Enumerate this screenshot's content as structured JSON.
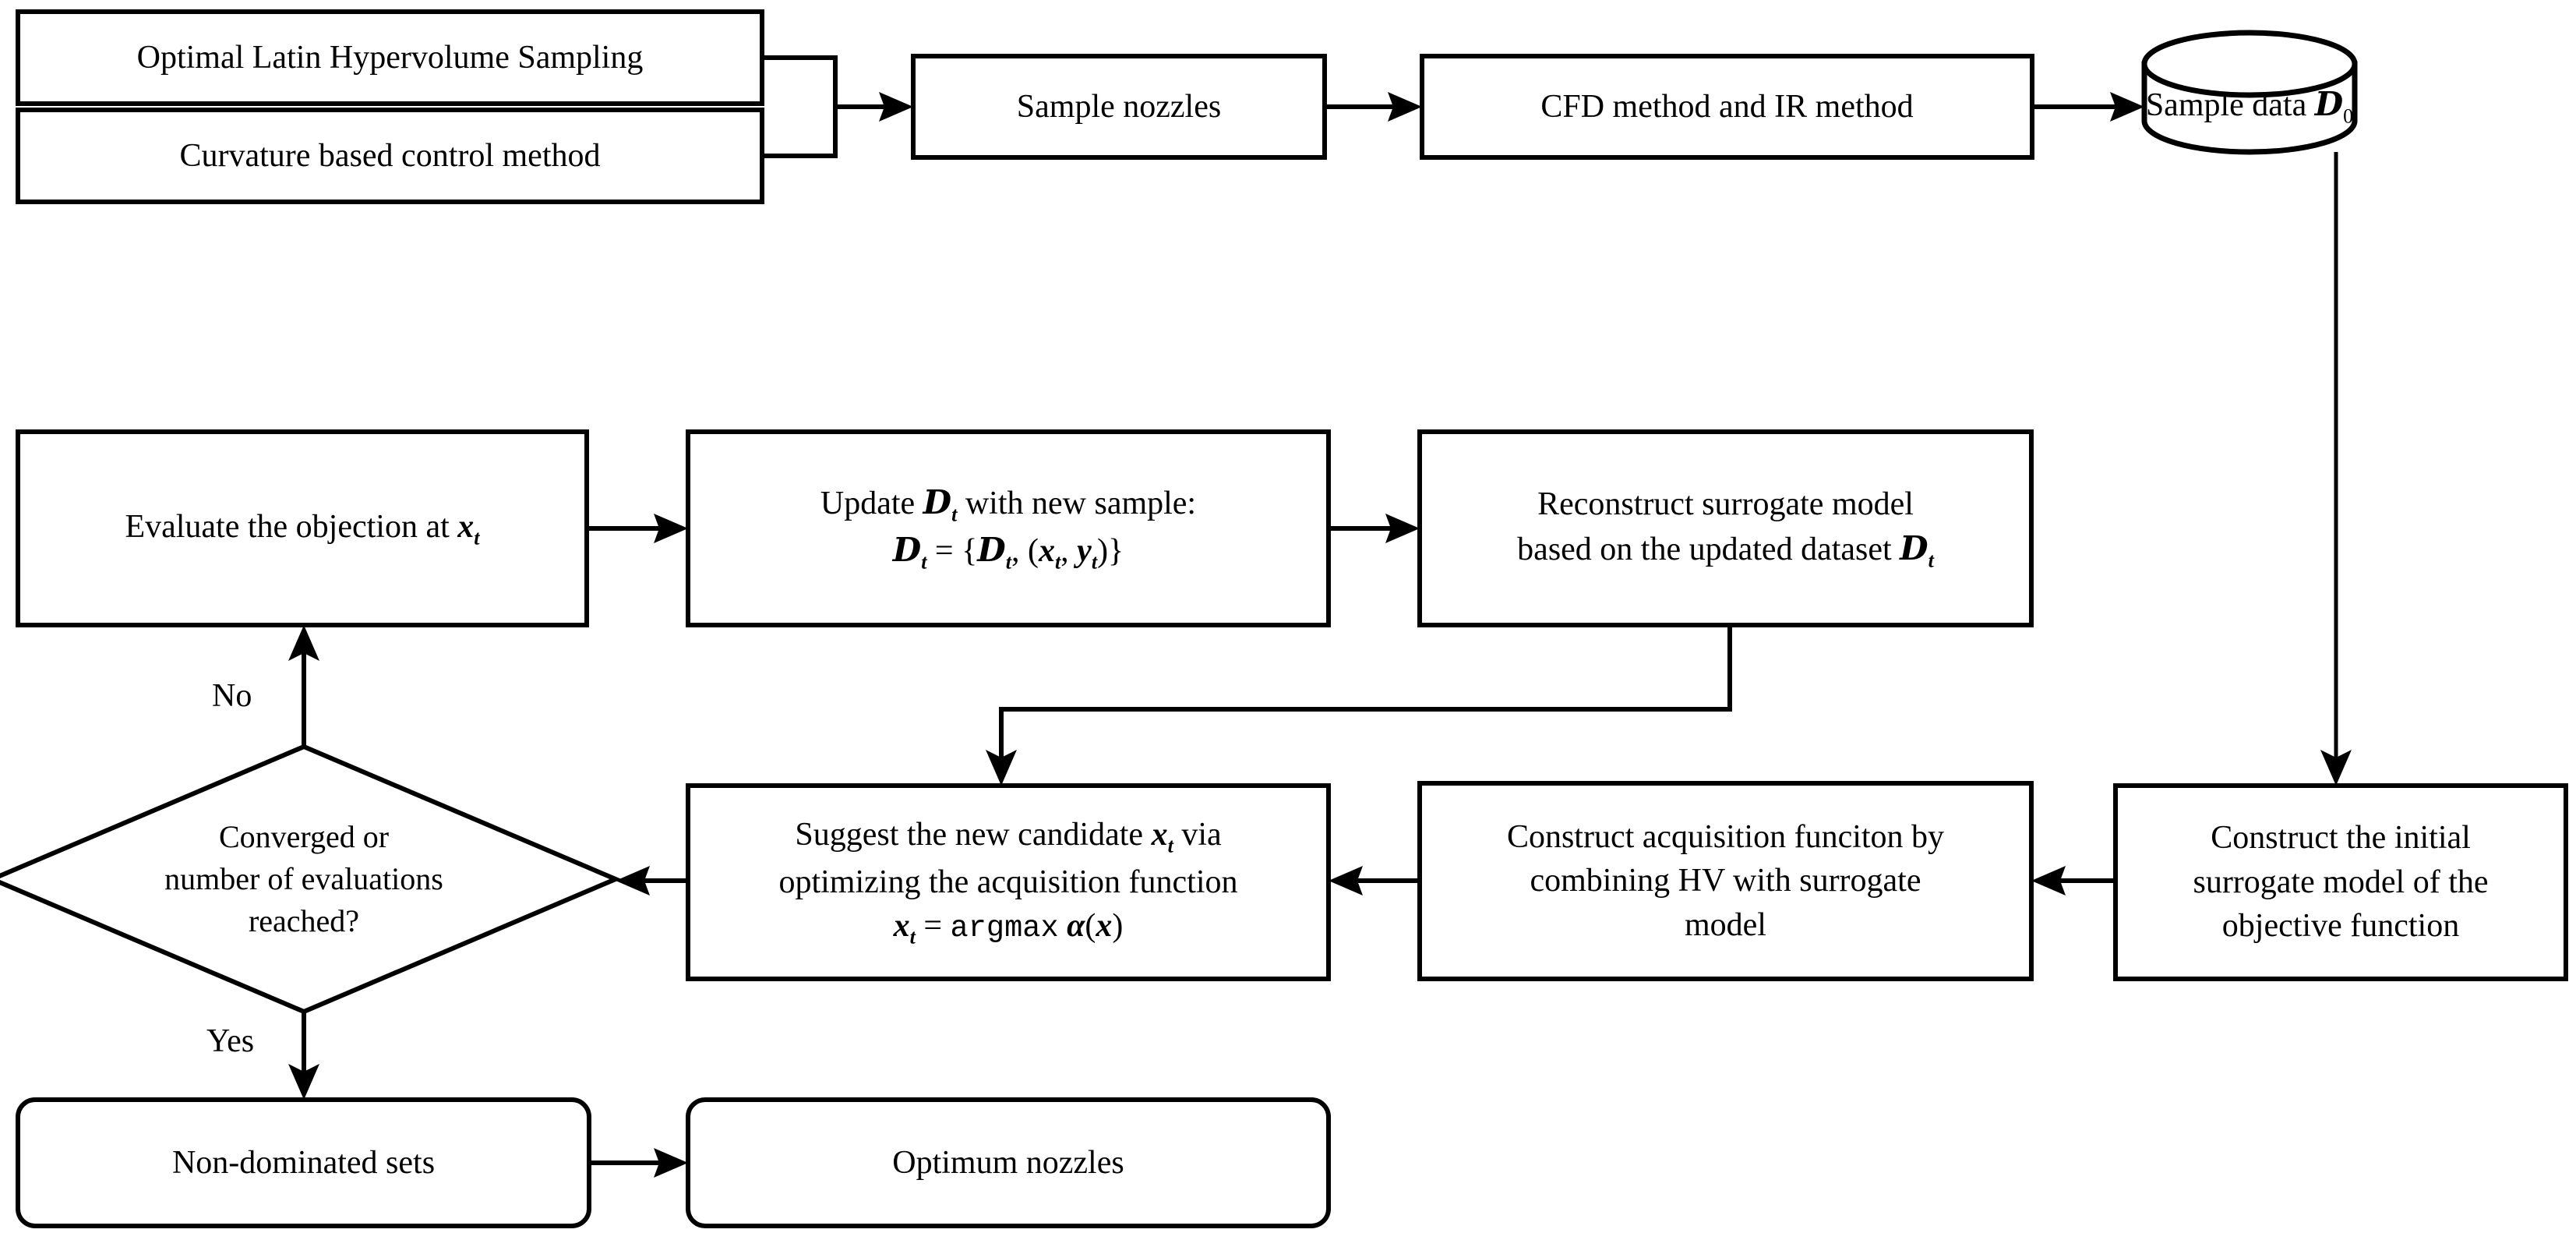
{
  "diagram": {
    "title": "Surrogate-based multi-objective nozzle optimization workflow",
    "type": "flowchart",
    "background_color": "#ffffff",
    "stroke_color": "#000000",
    "text_color": "#000000"
  },
  "nodes": {
    "optimal_latin_hypervolume_sampling": {
      "label": "Optimal Latin Hypervolume Sampling",
      "shape": "rectangle"
    },
    "curvature_based_control_method": {
      "label": "Curvature based control method",
      "shape": "rectangle"
    },
    "sample_nozzles": {
      "label": "Sample nozzles",
      "shape": "rectangle"
    },
    "cfd_and_ir_method": {
      "label": "CFD method and IR method",
      "shape": "rectangle"
    },
    "sample_data": {
      "label_prefix": "Sample data ",
      "symbol": "D",
      "subscript": "0",
      "label_plain": "Sample data D0",
      "shape": "cylinder"
    },
    "evaluate_objection": {
      "label_prefix": "Evaluate the objection at ",
      "symbol": "x",
      "subscript": "t",
      "label_plain": "Evaluate the objection at x_t",
      "shape": "rectangle"
    },
    "update_dataset": {
      "line1_prefix": "Update ",
      "line1_symbol": "D",
      "line1_sub": "t",
      "line1_suffix": " with new sample:",
      "formula_plain": "D_t = {D_t, (x_t, y_t)}",
      "label_plain": "Update D_t with new sample: D_t = {D_t, (x_t, y_t)}",
      "shape": "rectangle"
    },
    "reconstruct_surrogate_model": {
      "line1": "Reconstruct surrogate model",
      "line2_prefix": "based on the updated dataset ",
      "line2_symbol": "D",
      "line2_sub": "t",
      "label_plain": "Reconstruct surrogate model based on the updated dataset D_t",
      "shape": "rectangle"
    },
    "converged_decision": {
      "line1": "Converged or",
      "line2": "number of evaluations",
      "line3": "reached?",
      "label_plain": "Converged or number of evaluations reached?",
      "shape": "diamond"
    },
    "suggest_new_candidate": {
      "line1_prefix": "Suggest the new candidate ",
      "line1_symbol": "x",
      "line1_sub": "t",
      "line1_suffix": " via",
      "line2": "optimizing the acquisition function",
      "formula_plain": "x_t = argmax a(x)",
      "formula_operator": "argmax",
      "label_plain": "Suggest the new candidate x_t via optimizing the acquisition function x_t = argmax a(x)",
      "shape": "rectangle"
    },
    "construct_acquisition_function": {
      "line1": "Construct acquisition funciton by",
      "line2": "combining HV with surrogate",
      "line3": "model",
      "label_plain": "Construct acquisition funciton by combining HV with surrogate model",
      "shape": "rectangle"
    },
    "construct_initial_surrogate": {
      "line1": "Construct the initial",
      "line2": "surrogate model of the",
      "line3": "objective function",
      "label_plain": "Construct the initial surrogate model of the objective function",
      "shape": "rectangle"
    },
    "non_dominated_sets": {
      "label": "Non-dominated sets",
      "shape": "rounded-rectangle"
    },
    "optimum_nozzles": {
      "label": "Optimum nozzles",
      "shape": "rounded-rectangle"
    }
  },
  "edge_labels": {
    "no": "No",
    "yes": "Yes"
  }
}
